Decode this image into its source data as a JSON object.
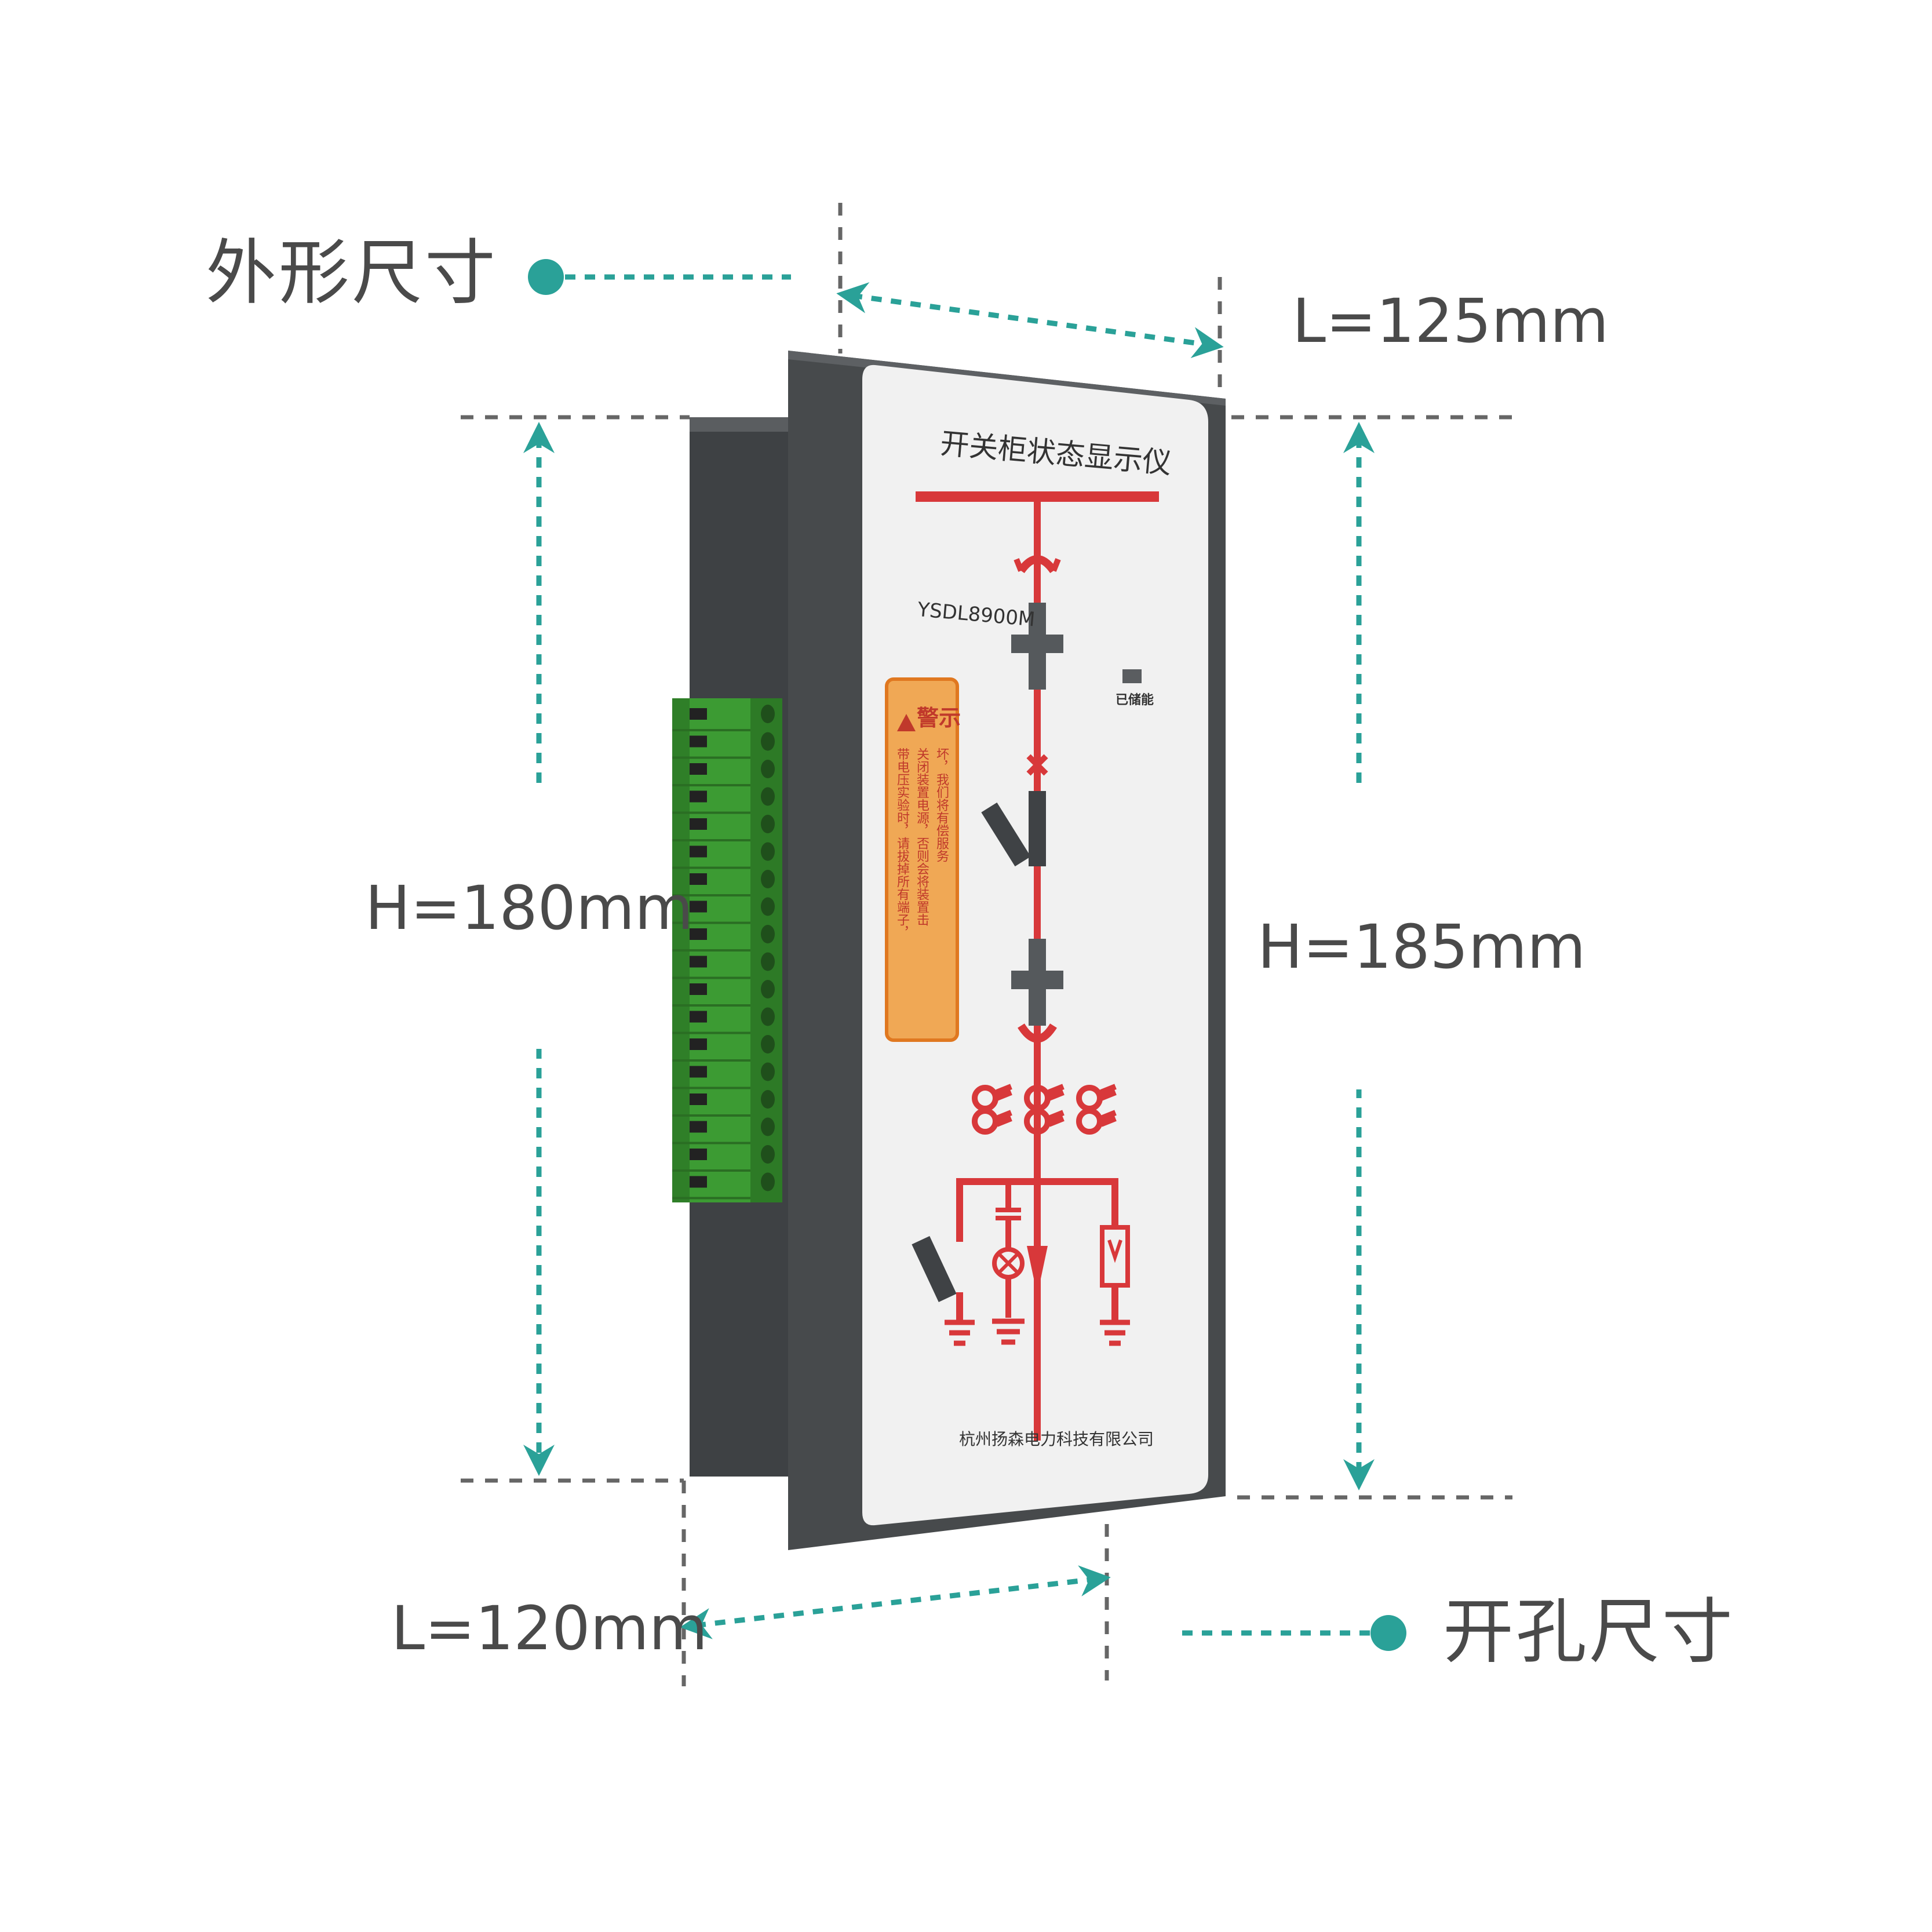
{
  "colors": {
    "accent": "#2aa198",
    "guide": "#666666",
    "housing": "#474a4c",
    "panel": "#f1f1f1",
    "diagram_red": "#d8383a",
    "terminal_green": "#3c9b33",
    "warning_orange": "#f0a855"
  },
  "labels": {
    "outline_size": "外形尺寸",
    "cutout_size": "开孔尺寸",
    "l_top": "L=125mm",
    "h_left": "H=180mm",
    "h_right": "H=185mm",
    "l_bottom": "L=120mm"
  },
  "device": {
    "title": "开关柜状态显示仪",
    "model": "YSDL8900M",
    "indicator_label": "已储能",
    "warning_title": "警示",
    "warning_lines": [
      "带电压实验时，请拔掉所有端子，",
      "关闭装置电源，否则会将装置击",
      "坏，我们将有偿服务"
    ],
    "company": "杭州扬森电力科技有限公司"
  }
}
